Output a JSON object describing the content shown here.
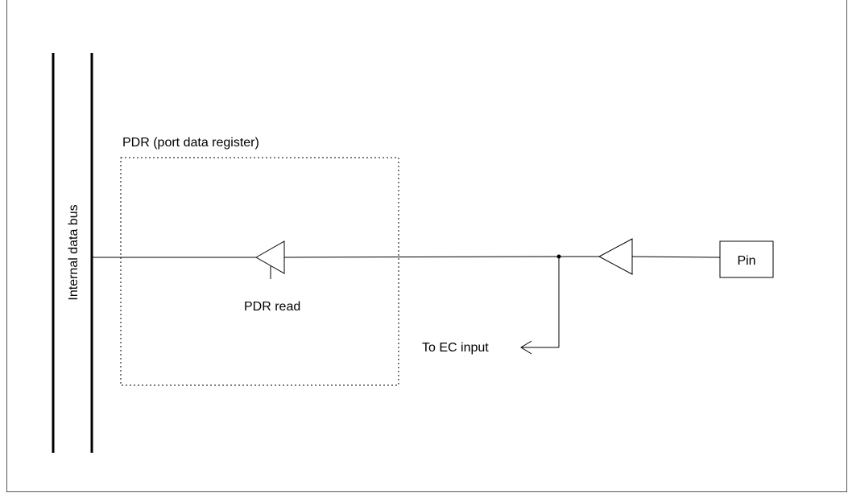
{
  "diagram": {
    "bus_label": "Internal data bus",
    "pdr_label": "PDR (port data register)",
    "read_label": "PDR read",
    "ec_label": "To EC input",
    "pin_label": "Pin"
  }
}
